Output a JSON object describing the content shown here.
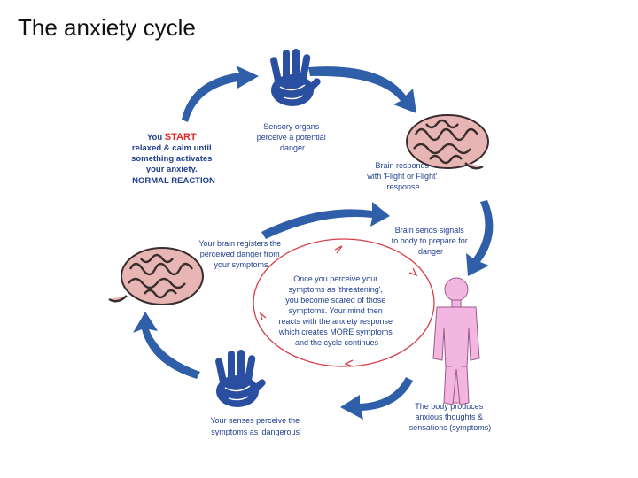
{
  "title": "The anxiety cycle",
  "diagram": {
    "start": {
      "you": "You",
      "start_word": "START",
      "lines": [
        "relaxed & calm until",
        "something activates",
        "your anxiety."
      ],
      "normal": "NORMAL REACTION"
    },
    "steps": [
      {
        "lines": [
          "Sensory organs",
          "perceive a potential",
          "danger"
        ]
      },
      {
        "lines": [
          "Brain responds",
          "with 'Flight or Flight'",
          "response"
        ]
      },
      {
        "lines": [
          "Brain sends signals",
          "to body to prepare for",
          "danger"
        ]
      },
      {
        "lines": [
          "The body produces",
          "anxious thoughts &",
          "sensations (symptoms)"
        ]
      },
      {
        "lines": [
          "Your senses perceive the",
          "symptoms as 'dangerous'"
        ]
      },
      {
        "lines": [
          "Your brain registers the",
          "perceived danger from",
          "your symptoms"
        ]
      }
    ],
    "inner_loop": {
      "lines": [
        "Once you perceive your",
        "symptoms as 'threatening',",
        "you become scared of those",
        "symptoms. Your mind then",
        "reacts with the anxiety response",
        "which creates MORE symptoms",
        "and the cycle continues"
      ]
    },
    "colors": {
      "arrow": "#2f5fa8",
      "text": "#1f3f8f",
      "start_accent": "#e02a2a",
      "inner_loop": "#d6404a",
      "brain_fill": "#e8b5b5",
      "brain_stroke": "#3a2d2d",
      "body_fill": "#f2b6e0",
      "hand_fill": "#2b4fa0"
    },
    "icons": [
      "hand-icon",
      "brain-icon",
      "body-icon",
      "hand-icon",
      "brain-icon"
    ]
  }
}
